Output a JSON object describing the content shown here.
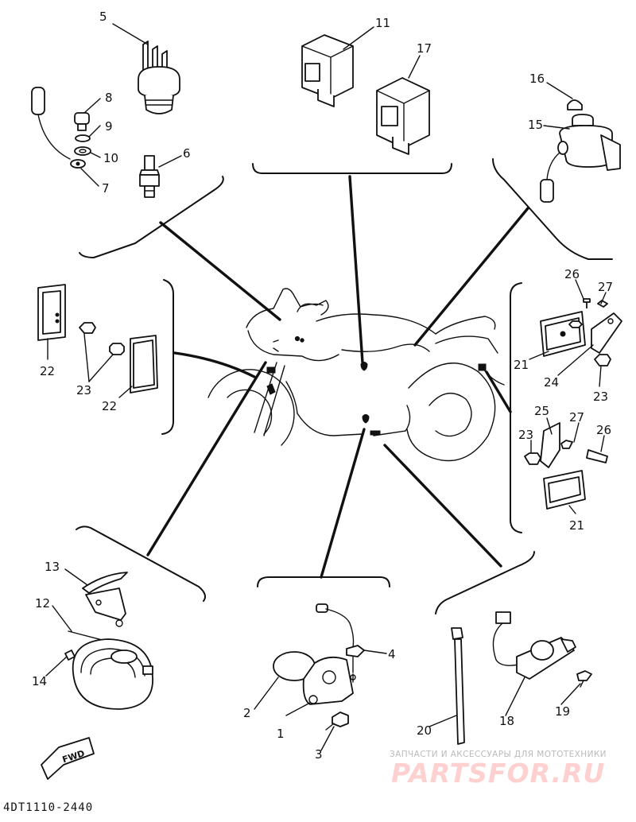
{
  "diagram": {
    "part_numbers": [
      "1",
      "2",
      "3",
      "4",
      "5",
      "6",
      "7",
      "8",
      "9",
      "10",
      "11",
      "12",
      "13",
      "14",
      "15",
      "16",
      "17",
      "18",
      "19",
      "20",
      "21",
      "21",
      "22",
      "22",
      "23",
      "23",
      "23",
      "24",
      "25",
      "26",
      "26",
      "27",
      "27"
    ],
    "direction_label": "FWD",
    "drawing_code": "4DT1110-2440"
  },
  "watermark": {
    "tagline": "ЗАПЧАСТИ И АКСЕССУАРЫ ДЛЯ МОТОТЕХНИКИ",
    "logo": "PARTSFOR.RU"
  },
  "colors": {
    "ink": "#111111",
    "watermark_tagline": "#bbbbbb",
    "watermark_logo": "#ffd0d0"
  }
}
